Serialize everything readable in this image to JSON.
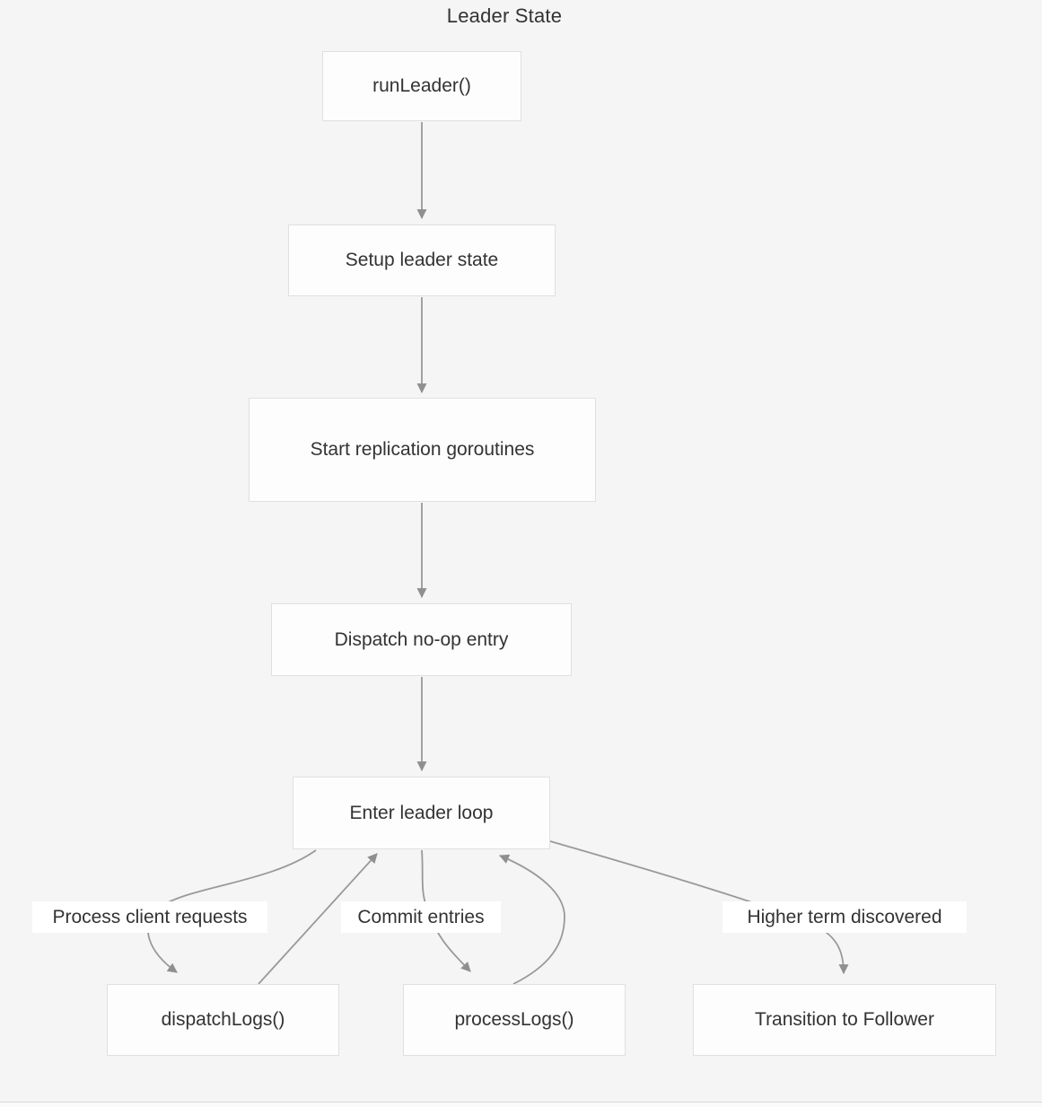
{
  "diagram": {
    "title": "Leader State",
    "nodes": [
      {
        "id": "run-leader",
        "label": "runLeader()"
      },
      {
        "id": "setup-leader-state",
        "label": "Setup leader state"
      },
      {
        "id": "start-replication",
        "label": "Start replication goroutines"
      },
      {
        "id": "dispatch-noop",
        "label": "Dispatch no-op entry"
      },
      {
        "id": "enter-leader-loop",
        "label": "Enter leader loop"
      },
      {
        "id": "dispatch-logs",
        "label": "dispatchLogs()"
      },
      {
        "id": "process-logs",
        "label": "processLogs()"
      },
      {
        "id": "transition-follower",
        "label": "Transition to Follower"
      }
    ],
    "edge_labels": [
      {
        "id": "process-client-requests",
        "label": "Process client requests"
      },
      {
        "id": "commit-entries",
        "label": "Commit entries"
      },
      {
        "id": "higher-term-discovered",
        "label": "Higher term discovered"
      }
    ],
    "edges": [
      {
        "from": "runLeader()",
        "to": "Setup leader state",
        "label": ""
      },
      {
        "from": "Setup leader state",
        "to": "Start replication goroutines",
        "label": ""
      },
      {
        "from": "Start replication goroutines",
        "to": "Dispatch no-op entry",
        "label": ""
      },
      {
        "from": "Dispatch no-op entry",
        "to": "Enter leader loop",
        "label": ""
      },
      {
        "from": "Enter leader loop",
        "to": "dispatchLogs()",
        "label": "Process client requests"
      },
      {
        "from": "dispatchLogs()",
        "to": "Enter leader loop",
        "label": ""
      },
      {
        "from": "Enter leader loop",
        "to": "processLogs()",
        "label": "Commit entries"
      },
      {
        "from": "processLogs()",
        "to": "Enter leader loop",
        "label": ""
      },
      {
        "from": "Enter leader loop",
        "to": "Transition to Follower",
        "label": "Higher term discovered"
      }
    ],
    "colors": {
      "background": "#f5f5f5",
      "node_fill": "#fdfdfd",
      "node_border": "#e0e0e0",
      "text": "#333333",
      "edge_stroke": "#999999",
      "edge_label_bg": "#ffffff"
    }
  }
}
